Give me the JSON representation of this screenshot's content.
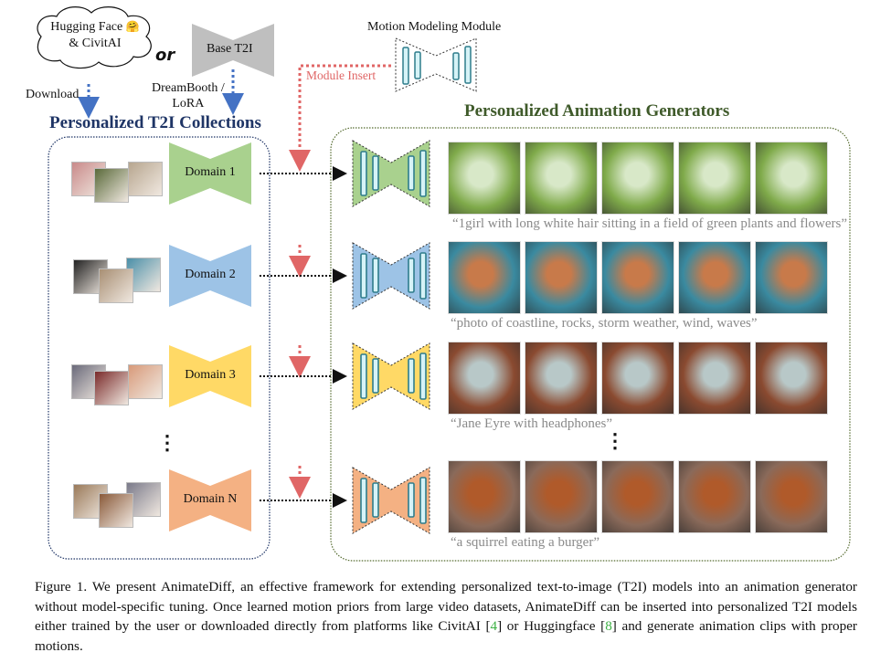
{
  "figure": {
    "sources": {
      "cloud_label_line1": "Hugging Face",
      "cloud_label_line2": "& CivitAI",
      "hugging_face_icon": "🤗",
      "or_label": "or",
      "base_model_label": "Base T2I",
      "download_label": "Download",
      "finetune_label_line1": "DreamBooth /",
      "finetune_label_line2": "LoRA"
    },
    "motion_module": {
      "title": "Motion Modeling Module",
      "insert_label": "Module Insert"
    },
    "left_panel": {
      "title": "Personalized T2I Collections",
      "domains": [
        {
          "label": "Domain 1",
          "color": "#a9d18e"
        },
        {
          "label": "Domain 2",
          "color": "#9dc3e6"
        },
        {
          "label": "Domain 3",
          "color": "#ffd966"
        },
        {
          "label": "Domain N",
          "color": "#f4b183"
        }
      ],
      "ellipsis": "⋮"
    },
    "right_panel": {
      "title": "Personalized Animation Generators",
      "rows": [
        {
          "prompt": "“1girl with long white hair sitting in a field of green plants and flowers”",
          "frame_count": 5
        },
        {
          "prompt": "“photo of coastline, rocks, storm weather, wind, waves”",
          "frame_count": 5
        },
        {
          "prompt": "“Jane Eyre with headphones”",
          "frame_count": 5
        },
        {
          "prompt": "“a squirrel eating a burger”",
          "frame_count": 5
        }
      ],
      "ellipsis": "⋮"
    },
    "colors": {
      "left_title": "#1f3566",
      "right_title": "#3f5a2a",
      "module_insert": "#e06666",
      "download_arrow": "#4472c4",
      "base_gray": "#bfbfbf",
      "module_bars": "#2e7d8c",
      "module_bar_fill": "#d6f3f7",
      "citation": "#3cb043"
    }
  },
  "caption": {
    "part1": "Figure 1. We present AnimateDiff, an effective framework for extending personalized text-to-image (T2I) models into an animation generator without model-specific tuning. Once learned motion priors from large video datasets, AnimateDiff can be inserted into personalized T2I models either trained by the user or downloaded directly from platforms like CivitAI [",
    "cite1": "4",
    "part2": "] or Huggingface [",
    "cite2": "8",
    "part3": "] and generate animation clips with proper motions."
  }
}
